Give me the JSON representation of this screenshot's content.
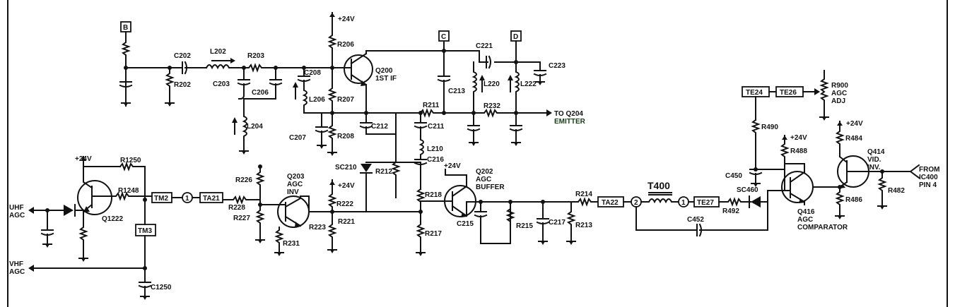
{
  "labels": {
    "b_box": "B",
    "c_box": "C",
    "d_box": "D",
    "v24_top": "+24V",
    "c202": "C202",
    "l202": "L202",
    "r203": "R203",
    "r202": "R202",
    "c203": "C203",
    "c206": "C206",
    "c208": "C208",
    "l206": "L206",
    "l204": "L204",
    "r206": "R206",
    "r207": "R207",
    "r208": "R208",
    "c207": "C207",
    "q200": "Q200",
    "q200_sub": "1ST IF",
    "c213": "C213",
    "c221": "C221",
    "c223": "C223",
    "l220": "L220",
    "l222": "L222",
    "r211": "R211",
    "r232": "R232",
    "to_q204": "TO Q204",
    "emitter": "EMITTER",
    "c212": "C212",
    "c211": "C211",
    "l210": "L210",
    "c216": "C216",
    "sc210": "SC210",
    "r212": "R212",
    "q202": "Q202",
    "q202_sub1": "AGC",
    "q202_sub2": "BUFFER",
    "v24_q202": "+24V",
    "r218": "R218",
    "r217": "R217",
    "c215": "C215",
    "r215": "R215",
    "c217": "C217",
    "r213": "R213",
    "r214": "R214",
    "v24_q203": "+24V",
    "r226": "R226",
    "r228": "R228",
    "r227": "R227",
    "r222": "R222",
    "r221": "R221",
    "r223": "R223",
    "r231": "R231",
    "q203": "Q203",
    "q203_sub1": "AGC",
    "q203_sub2": "INV",
    "v24_q1222": "+24V",
    "r1250": "R1250",
    "r1248": "R1248",
    "q1222": "Q1222",
    "uhf": "UHF",
    "agc1": "AGC",
    "vhf": "VHF",
    "agc2": "AGC",
    "c1250": "C1250",
    "tm2": "TM2",
    "tm3": "TM3",
    "ta21": "TA21",
    "ta22": "TA22",
    "one_a": "1",
    "one_b": "1",
    "two": "2",
    "t400": "T400",
    "te27": "TE27",
    "r492": "R492",
    "c452": "C452",
    "sc460": "SC460",
    "te24": "TE24",
    "te26": "TE26",
    "r900": "R900",
    "r900_sub1": "AGC",
    "r900_sub2": "ADJ",
    "r490": "R490",
    "v24_q416": "+24V",
    "r488": "R488",
    "c450": "C450",
    "q416": "Q416",
    "q416_sub1": "AGC",
    "q416_sub2": "COMPARATOR",
    "v24_q414": "+24V",
    "r484": "R484",
    "q414": "Q414",
    "q414_sub1": "VID.",
    "q414_sub2": "INV.",
    "r486": "R486",
    "r482": "R482",
    "from": "FROM",
    "ic400": "IC400",
    "pin4": "PIN 4"
  },
  "colors": {
    "ink": "#111111",
    "emitter_label": "#1a3a1a"
  }
}
